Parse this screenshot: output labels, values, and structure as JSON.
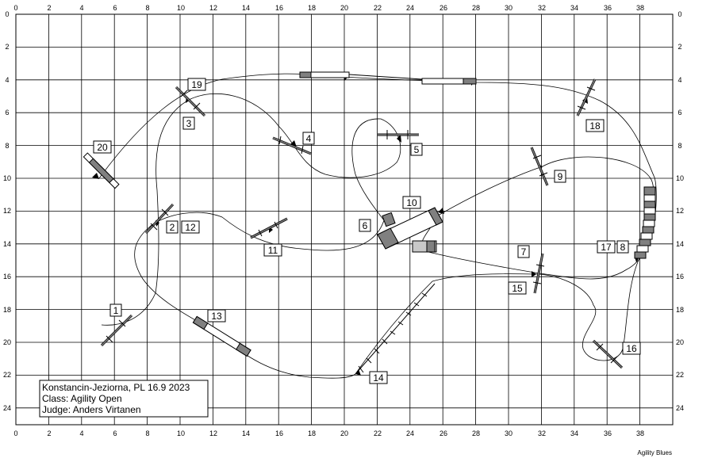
{
  "axis": {
    "x_ticks": [
      "0",
      "2",
      "4",
      "6",
      "8",
      "10",
      "12",
      "14",
      "16",
      "18",
      "20",
      "22",
      "24",
      "26",
      "28",
      "30",
      "32",
      "34",
      "36",
      "38"
    ],
    "y_ticks": [
      "0",
      "2",
      "4",
      "6",
      "8",
      "10",
      "12",
      "14",
      "16",
      "18",
      "20",
      "22",
      "24"
    ]
  },
  "info_box": {
    "location": "Konstancin-Jeziorna, PL 16.9 2023",
    "class_line": "Class: Agility Open",
    "judge_line": "Judge: Anders Virtanen"
  },
  "brand": "Agility Blues",
  "obstacle_labels": [
    "1",
    "2",
    "3",
    "4",
    "5",
    "6",
    "7",
    "8",
    "9",
    "10",
    "11",
    "12",
    "13",
    "14",
    "15",
    "16",
    "17",
    "18",
    "19",
    "20"
  ],
  "colors": {
    "tunnel_dark": "#808080",
    "tunnel_light": "#c8c8c8"
  }
}
